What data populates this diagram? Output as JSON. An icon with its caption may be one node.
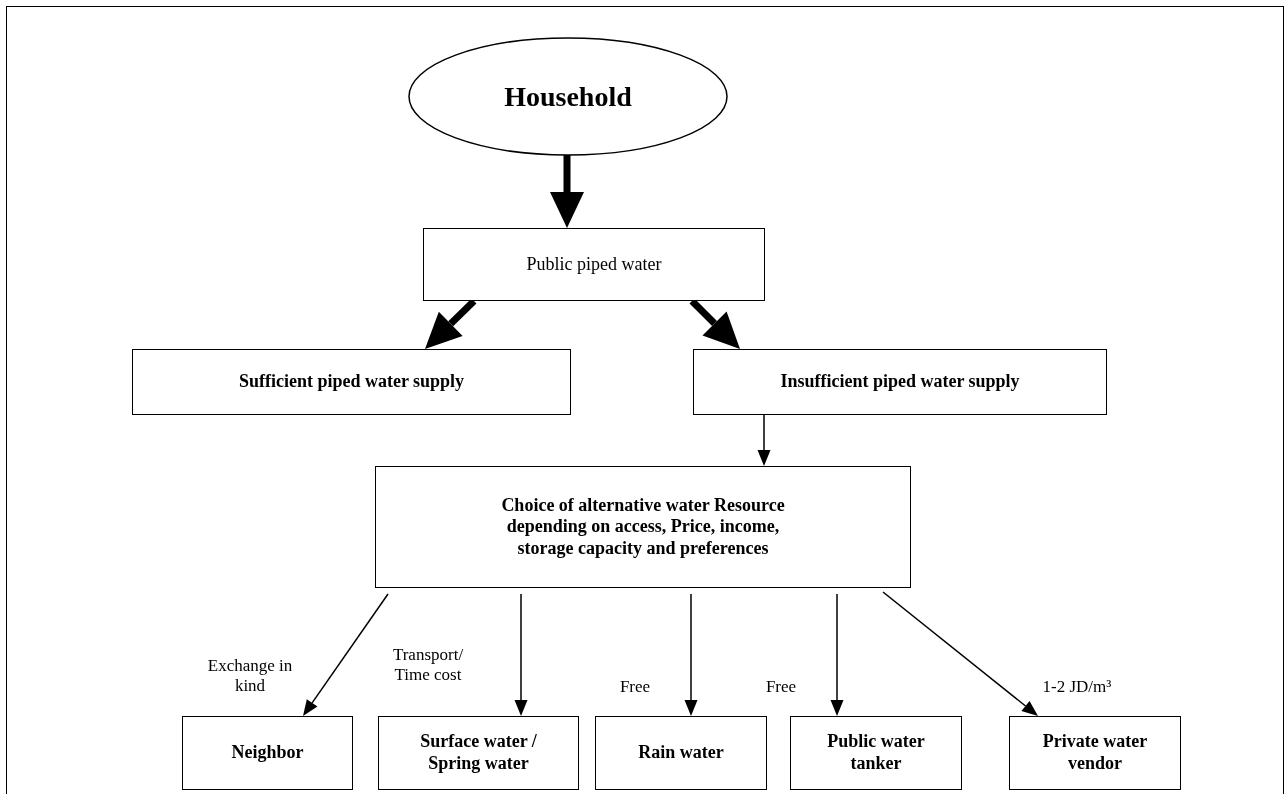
{
  "diagram": {
    "nodes": [
      {
        "text": [
          "Household"
        ]
      },
      {
        "text": [
          "Public piped water"
        ]
      },
      {
        "text": [
          "Sufficient piped water supply"
        ]
      },
      {
        "text": [
          "Insufficient piped water supply"
        ]
      },
      {
        "text": [
          "Choice of alternative water Resource depending on access, Price, income, storage capacity and preferences"
        ]
      },
      {
        "text": [
          "Neighbor"
        ]
      },
      {
        "text": [
          "Surface water / Spring water"
        ]
      },
      {
        "text": [
          "Rain water"
        ]
      },
      {
        "text": [
          "Public water tanker"
        ]
      },
      {
        "text": [
          "Private water vendor"
        ]
      }
    ],
    "edges": [
      {
        "from": 0,
        "to": 1,
        "arrow": "to",
        "style": "thick"
      },
      {
        "from": 1,
        "to": 2,
        "arrow": "to",
        "style": "thick"
      },
      {
        "from": 1,
        "to": 3,
        "arrow": "to",
        "style": "thick"
      },
      {
        "from": 3,
        "to": 4,
        "arrow": "to"
      },
      {
        "from": 4,
        "to": 5,
        "arrow": "to",
        "label": "Exchange in kind"
      },
      {
        "from": 4,
        "to": 6,
        "arrow": "to",
        "label": "Transport/ Time cost"
      },
      {
        "from": 4,
        "to": 7,
        "arrow": "to",
        "label": "Free"
      },
      {
        "from": 4,
        "to": 8,
        "arrow": "to",
        "label": "Free"
      },
      {
        "from": 4,
        "to": 9,
        "arrow": "to",
        "label": "1-2 JD/m³"
      }
    ]
  }
}
